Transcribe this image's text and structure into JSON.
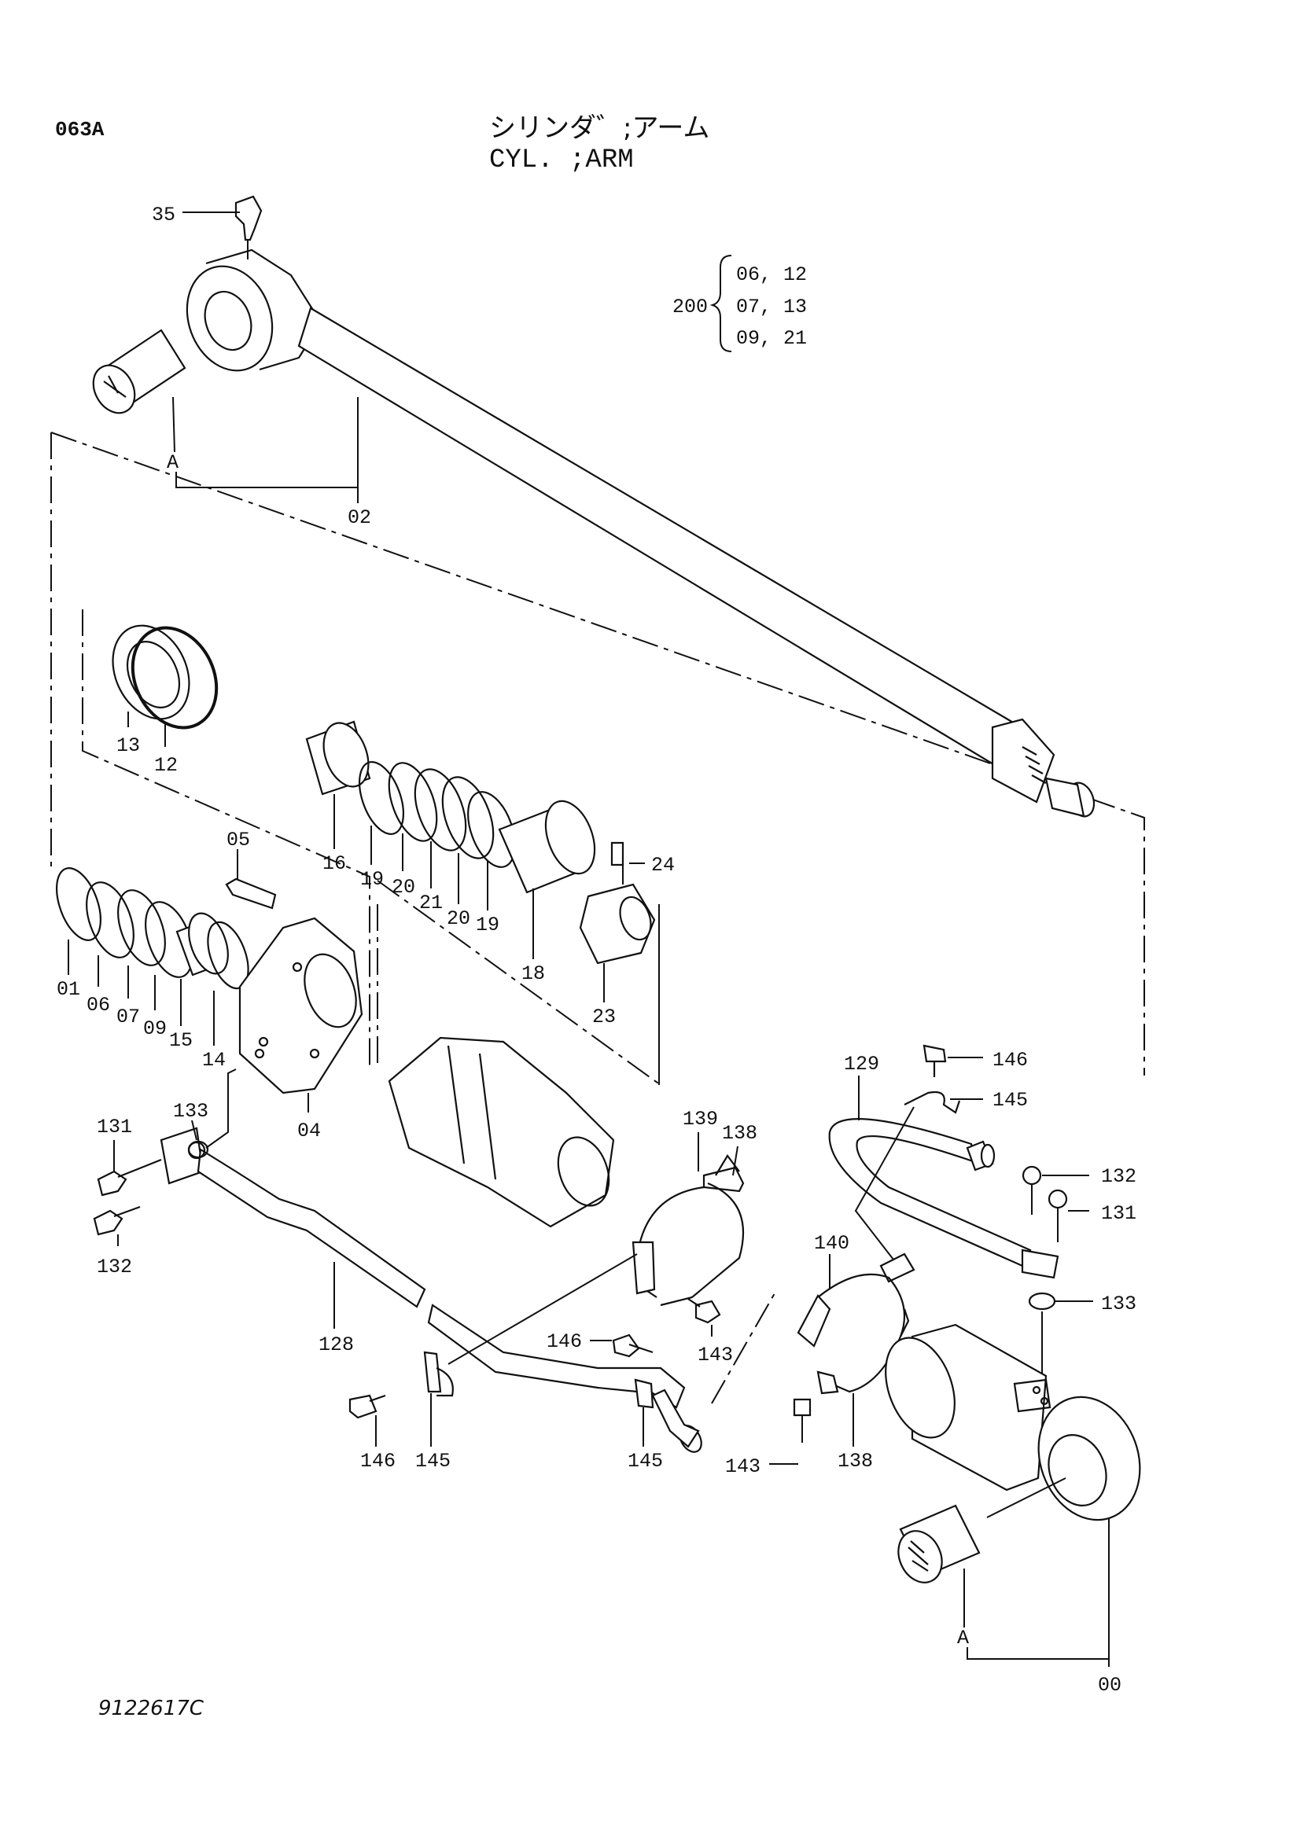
{
  "header": {
    "page_code": "063A",
    "title_jp": "シリンダ゛;アーム",
    "title_en": "CYL. ;ARM"
  },
  "assembly": {
    "number": "200",
    "components": [
      "06, 12",
      "07, 13",
      "09, 21"
    ]
  },
  "part_labels": {
    "p00": "00",
    "p01": "01",
    "p02": "02",
    "p04": "04",
    "p05": "05",
    "p06": "06",
    "p07": "07",
    "p09": "09",
    "p12": "12",
    "p13": "13",
    "p14": "14",
    "p15": "15",
    "p16": "16",
    "p18": "18",
    "p19a": "19",
    "p19b": "19",
    "p20a": "20",
    "p20b": "20",
    "p21": "21",
    "p23": "23",
    "p24": "24",
    "p35": "35",
    "p128": "128",
    "p129": "129",
    "p131a": "131",
    "p131b": "131",
    "p132a": "132",
    "p132b": "132",
    "p133a": "133",
    "p133b": "133",
    "p138a": "138",
    "p138b": "138",
    "p139": "139",
    "p140": "140",
    "p143a": "143",
    "p143b": "143",
    "p145a": "145",
    "p145b": "145",
    "p145c": "145",
    "p146a": "146",
    "p146b": "146",
    "p146c": "146",
    "refA1": "A",
    "refA2": "A"
  },
  "footer": {
    "doc_number": "9122617C"
  }
}
